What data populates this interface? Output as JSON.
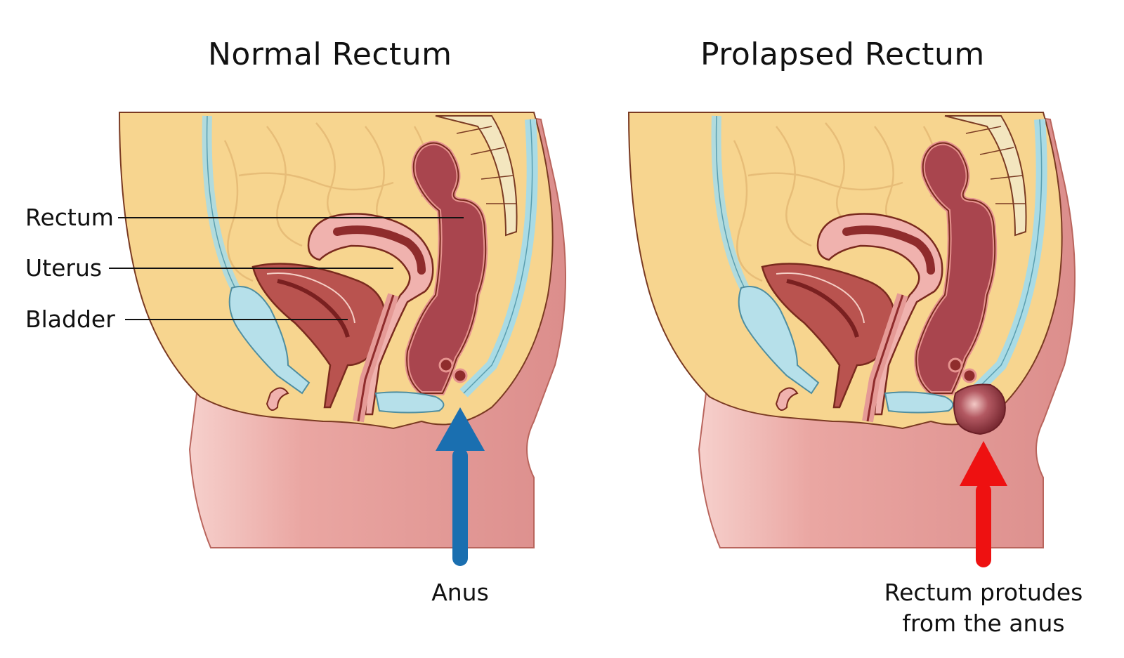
{
  "panels": [
    {
      "id": "normal",
      "title": "Normal Rectum",
      "labels": [
        {
          "text": "Rectum"
        },
        {
          "text": "Uterus"
        },
        {
          "text": "Bladder"
        }
      ],
      "arrow": {
        "color": "#1a6fb0",
        "caption": "Anus"
      }
    },
    {
      "id": "prolapsed",
      "title": "Prolapsed Rectum",
      "arrow": {
        "color": "#ee1111",
        "caption_line1": "Rectum protudes",
        "caption_line2": "from the anus"
      }
    }
  ],
  "colors": {
    "fat": "#f7d58f",
    "skin": "#e9a3a0",
    "skin_dark": "#d98a88",
    "rectum": "#a9454e",
    "rectum_wall": "#e6938f",
    "uterus": "#f0b2ae",
    "bladder": "#b9534f",
    "vessel_blue": "#a9dbe5",
    "bone": "#f3e6bf",
    "outline": "#6b2a1e"
  }
}
